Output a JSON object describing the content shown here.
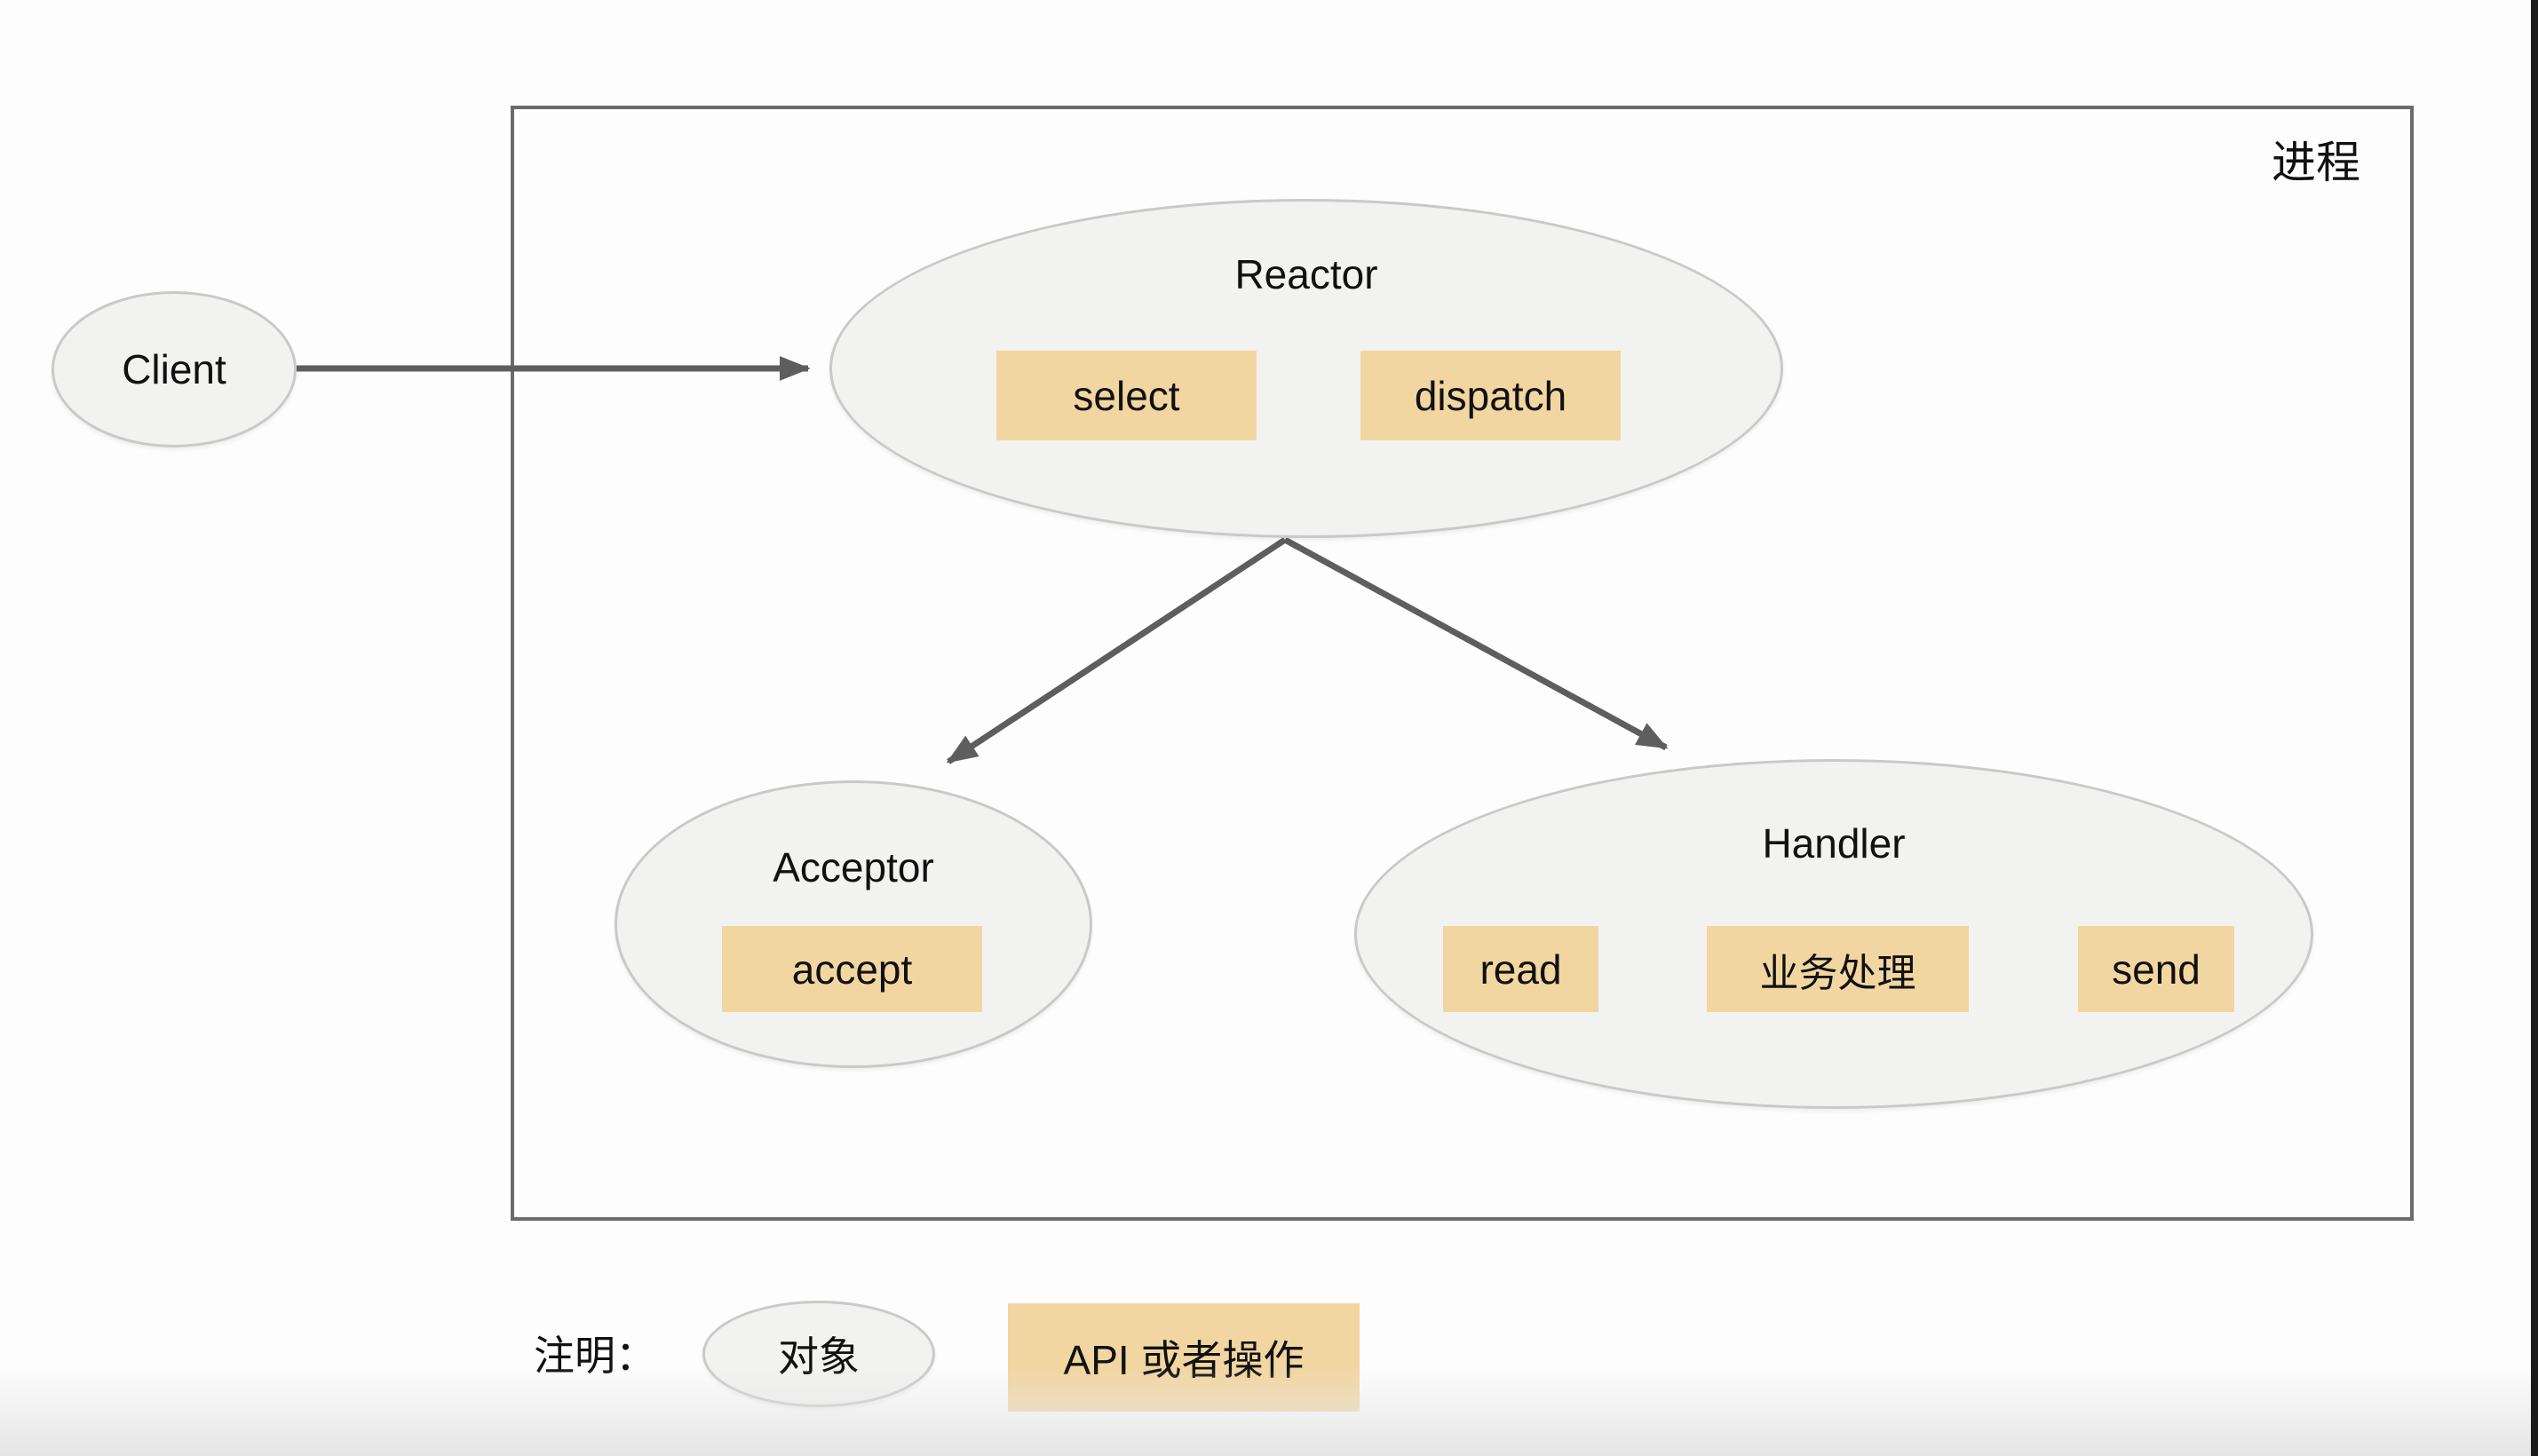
{
  "colors": {
    "api_box_bg": "#f2d6a1",
    "ellipse_bg": "#f2f2f1",
    "ellipse_border": "#c9c9c9",
    "process_box_border": "#6b6b6b",
    "arrow": "#5e5e5e",
    "text": "#141414",
    "page_bg": "#fdfdfd",
    "bottom_fade": "#e5e5e5",
    "screen_edge": "#1a1a1a"
  },
  "process": {
    "label": "进程"
  },
  "nodes": {
    "client": {
      "label": "Client"
    },
    "reactor": {
      "label": "Reactor",
      "apis": [
        "select",
        "dispatch"
      ]
    },
    "acceptor": {
      "label": "Acceptor",
      "apis": [
        "accept"
      ]
    },
    "handler": {
      "label": "Handler",
      "apis": [
        "read",
        "业务处理",
        "send"
      ]
    }
  },
  "legend": {
    "caption": "注明：",
    "object_label": "对象",
    "api_label": "API 或者操作"
  }
}
